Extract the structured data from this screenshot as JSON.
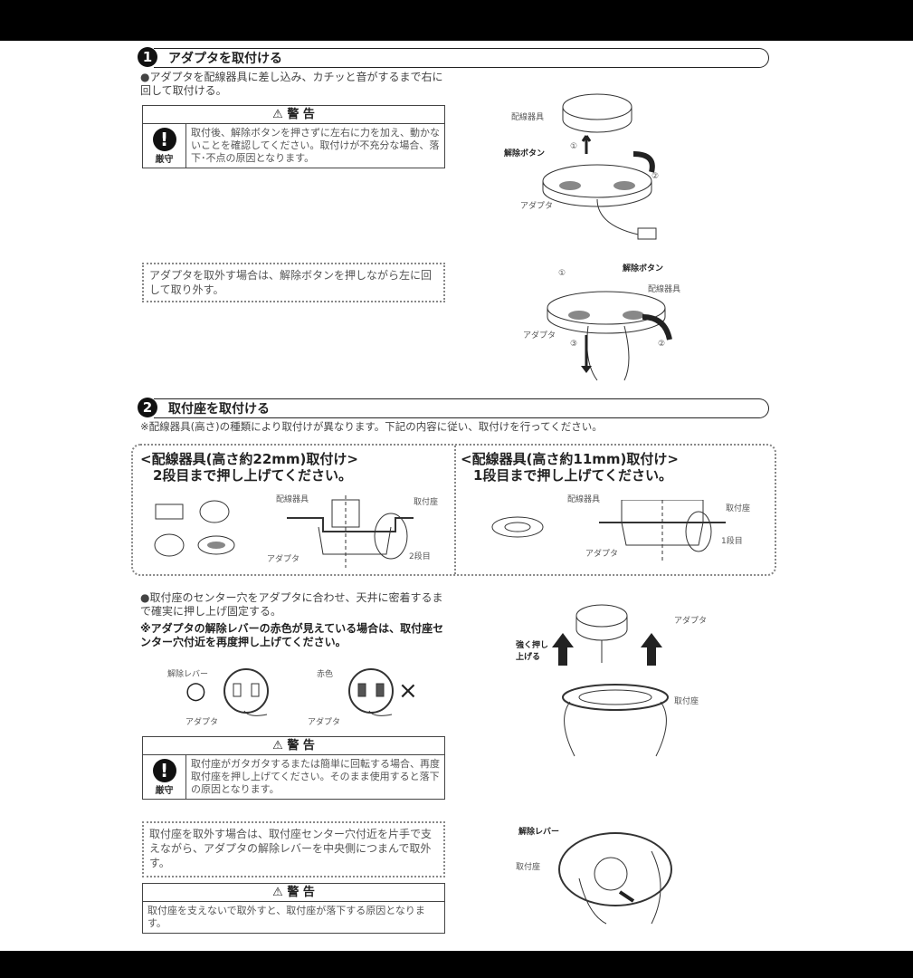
{
  "section1": {
    "number": "1",
    "title": "アダプタを取付ける",
    "instruction": "●アダプタを配線器具に差し込み、カチッと音がするまで右に回して取付ける。",
    "warning": {
      "title": "⚠ 警 告",
      "icon_label": "厳守",
      "text": "取付後、解除ボタンを押さずに左右に力を加え、動かないことを確認してください。取付けが不充分な場合、落下･不点の原因となります。"
    },
    "removal_note": "アダプタを取外す場合は、解除ボタンを押しながら左に回して取り外す。",
    "figure1": {
      "wiring": "配線器具",
      "button": "解除ボタン",
      "step1": "①",
      "step2": "②",
      "adapter": "アダプタ"
    },
    "figure2": {
      "step1": "①",
      "button": "解除ボタン",
      "wiring": "配線器具",
      "adapter": "アダプタ",
      "step3": "③",
      "step2": "②"
    }
  },
  "section2": {
    "number": "2",
    "title": "取付座を取付ける",
    "note": "※配線器具(高さ)の種類により取付けが異なります。下記の内容に従い、取付けを行ってください。",
    "left_panel": {
      "title": "<配線器具(高さ約22mm)取付け>",
      "subtitle": "2段目まで押し上げてください。",
      "wiring": "配線器具",
      "base": "取付座",
      "adapter": "アダプタ",
      "stage": "2段目"
    },
    "right_panel": {
      "title": "<配線器具(高さ約11mm)取付け>",
      "subtitle": "1段目まで押し上げてください。",
      "wiring": "配線器具",
      "base": "取付座",
      "adapter": "アダプタ",
      "stage": "1段目"
    },
    "instruction": "●取付座のセンター穴をアダプタに合わせ、天井に密着するまで確実に押し上げ固定する。",
    "caution": "※アダプタの解除レバーの赤色が見えている場合は、取付座センター穴付近を再度押し上げてください。",
    "ok_figure": {
      "mark": "○",
      "lever": "解除レバー",
      "adapter": "アダプタ"
    },
    "ng_figure": {
      "mark": "×",
      "red": "赤色",
      "adapter": "アダプタ"
    },
    "push_figure": {
      "push": "強く押し上げる",
      "adapter": "アダプタ",
      "base": "取付座"
    },
    "warning": {
      "title": "⚠ 警 告",
      "icon_label": "厳守",
      "text": "取付座がガタガタするまたは簡単に回転する場合、再度取付座を押し上げてください。そのまま使用すると落下の原因となります。"
    },
    "removal_note": "取付座を取外す場合は、取付座センター穴付近を片手で支えながら、アダプタの解除レバーを中央側につまんで取外す。",
    "removal_figure": {
      "lever": "解除レバー",
      "base": "取付座"
    },
    "warning2": {
      "title": "⚠ 警 告",
      "text": "取付座を支えないで取外すと、取付座が落下する原因となります。"
    }
  }
}
